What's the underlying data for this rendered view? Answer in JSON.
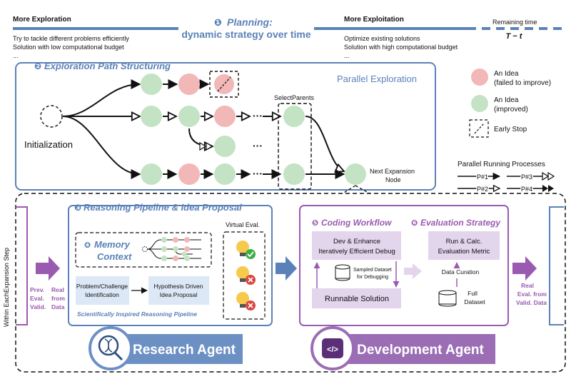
{
  "planning": {
    "step": "❶",
    "title_line1": "Planning:",
    "title_line2": "dynamic strategy over time",
    "more_exploration": "More Exploration",
    "exploration_line1": "Try to tackle different problems efficiently",
    "exploration_line2": "Solution with low computational budget",
    "exploration_line3": "...",
    "more_exploitation": "More Exploitation",
    "exploitation_line1": "Optimize existing solutions",
    "exploitation_line2": "Solution with high computational budget",
    "exploitation_line3": "...",
    "remaining_time": "Remaining time",
    "remaining_formula": "T − t"
  },
  "exploration": {
    "step": "❷",
    "title": "Exploration Path Structuring",
    "parallel_label": "Parallel Exploration",
    "initialization": "Initialization",
    "select_parents": "SelectParents",
    "next_node_line1": "Next Expansion",
    "next_node_line2": "Node",
    "dots": "···"
  },
  "legend": {
    "failed_line1": "An Idea",
    "failed_line2": "(failed to improve)",
    "improved_line1": "An Idea",
    "improved_line2": "(improved)",
    "early_stop": "Early Stop",
    "processes_title": "Parallel Running Processes",
    "p1": "P#1",
    "p2": "P#2",
    "p3": "P#3",
    "p4": "P#4"
  },
  "side": {
    "vertical": "Within EachExpansion Step",
    "left_line1": "Prev.",
    "left_line2": "Eval.",
    "left_line3": "Valid.",
    "left_line1b": "Real",
    "left_line2b": "from",
    "left_line3b": "Data",
    "right_line1": "Real",
    "right_line2": "Eval. from",
    "right_line3": "Valid. Data"
  },
  "reasoning": {
    "step": "❸",
    "title": "Reasoning Pipeline & Idea Proposal",
    "memory_step": "❹",
    "memory_line1": "Memory",
    "memory_line2": "Context",
    "virtual_eval": "Virtual Eval.",
    "problem_line1": "Problem/Challenge",
    "problem_line2": "Identification",
    "hypothesis_line1": "Hypothesis Driven",
    "hypothesis_line2": "Idea Proposal",
    "pipeline_caption": "Scientifically Inspired Reasoning Pipeline"
  },
  "coding": {
    "step": "❺",
    "title": "Coding Workflow",
    "dev_line1": "Dev & Enhance",
    "dev_line2": "Iteratively Efficient Debug",
    "sampled_line1": "Sampled Dataset",
    "sampled_line2": "for Debugging",
    "runnable": "Runnable Solution"
  },
  "evaluation": {
    "step": "❻",
    "title": "Evaluation Strategy",
    "run_line1": "Run & Calc.",
    "run_line2": "Evaluation Metric",
    "curation": "Data Curation",
    "full_line1": "Full",
    "full_line2": "Dataset"
  },
  "agents": {
    "research": "Research Agent",
    "development": "Development Agent",
    "dev_icon_text": "</>"
  },
  "colors": {
    "blue": "#5b82b8",
    "purple": "#9a5ab0",
    "red_node": "#f2b7b7",
    "green_node": "#c4e3c4",
    "light_blue_fill": "#dce8f6",
    "light_purple_fill": "#e3d5ec"
  },
  "icons": {
    "research": "dna-magnifier-icon",
    "development": "code-window-icon",
    "idea": "lightbulb-icon",
    "database": "database-icon"
  }
}
